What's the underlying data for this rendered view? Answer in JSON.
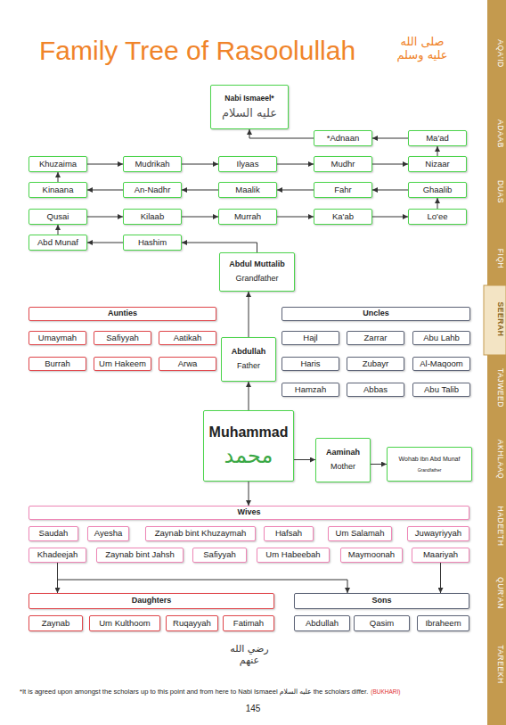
{
  "diagram": {
    "title": "Family Tree of Rasoolullah",
    "caption": "*It is agreed upon amongst the scholars up to this point and from here to Nabi Ismaeel عليه السلام the scholars differ.",
    "nodes": [
      {
        "text": [
          "Nabi Ismaeel*",
          "عليه السلام"
        ]
      },
      {
        "text": [
          "*Adnaan"
        ]
      },
      {
        "text": [
          "Ma'ad"
        ]
      },
      {
        "text": [
          "Khuzaima"
        ]
      },
      {
        "text": [
          "Mudrikah"
        ]
      },
      {
        "text": [
          "Ilyaas"
        ]
      },
      {
        "text": [
          "Mudhr"
        ]
      },
      {
        "text": [
          "Nizaar"
        ]
      },
      {
        "text": [
          "Kinaana"
        ]
      },
      {
        "text": [
          "An-Nadhr"
        ]
      },
      {
        "text": [
          "Maalik"
        ]
      },
      {
        "text": [
          "Fahr"
        ]
      },
      {
        "text": [
          "Ghaalib"
        ]
      },
      {
        "text": [
          "Qusai"
        ]
      },
      {
        "text": [
          "Kilaab"
        ]
      },
      {
        "text": [
          "Murrah"
        ]
      },
      {
        "text": [
          "Ka'ab"
        ]
      },
      {
        "text": [
          "Lo'ee"
        ]
      },
      {
        "text": [
          "Abd Munaf"
        ]
      },
      {
        "text": [
          "Hashim"
        ]
      },
      {
        "text": [
          "Abdul Muttalib",
          "Grandfather"
        ]
      },
      {
        "text": [
          "Aunties"
        ]
      },
      {
        "text": [
          "Umaymah"
        ]
      },
      {
        "text": [
          "Safiyyah"
        ]
      },
      {
        "text": [
          "Aatikah"
        ]
      },
      {
        "text": [
          "Burrah"
        ]
      },
      {
        "text": [
          "Um Hakeem"
        ]
      },
      {
        "text": [
          "Arwa"
        ]
      },
      {
        "text": [
          "Uncles"
        ]
      },
      {
        "text": [
          "Hajl"
        ]
      },
      {
        "text": [
          "Zarrar"
        ]
      },
      {
        "text": [
          "Abu Lahb"
        ]
      },
      {
        "text": [
          "Haris"
        ]
      },
      {
        "text": [
          "Zubayr"
        ]
      },
      {
        "text": [
          "Al-Maqoom"
        ]
      },
      {
        "text": [
          "Hamzah"
        ]
      },
      {
        "text": [
          "Abbas"
        ]
      },
      {
        "text": [
          "Abu Talib"
        ]
      },
      {
        "text": [
          "Abdullah",
          "Father"
        ]
      },
      {
        "text": [
          "Muhammad",
          "محمد"
        ]
      },
      {
        "text": [
          "Aaminah",
          "Mother"
        ]
      },
      {
        "text": [
          "Wohab ibn Abd Munaf",
          "Grandfather"
        ]
      },
      {
        "text": [
          "Wives"
        ]
      },
      {
        "text": [
          "Saudah"
        ]
      },
      {
        "text": [
          "Ayesha"
        ]
      },
      {
        "text": [
          "Zaynab bint Khuzaymah"
        ]
      },
      {
        "text": [
          "Hafsah"
        ]
      },
      {
        "text": [
          "Um Salamah"
        ]
      },
      {
        "text": [
          "Juwayriyyah"
        ]
      },
      {
        "text": [
          "Khadeejah"
        ]
      },
      {
        "text": [
          "Zaynab bint Jahsh"
        ]
      },
      {
        "text": [
          "Safiyyah"
        ]
      },
      {
        "text": [
          "Um Habeebah"
        ]
      },
      {
        "text": [
          "Maymoonah"
        ]
      },
      {
        "text": [
          "Maariyah"
        ]
      },
      {
        "text": [
          "Daughters"
        ]
      },
      {
        "text": [
          "Zaynab"
        ]
      },
      {
        "text": [
          "Um Kulthoom"
        ]
      },
      {
        "text": [
          "Ruqayyah"
        ]
      },
      {
        "text": [
          "Fatimah"
        ]
      },
      {
        "text": [
          "Sons"
        ]
      },
      {
        "text": [
          "Abdullah"
        ]
      },
      {
        "text": [
          "Qasim"
        ]
      },
      {
        "text": [
          "Ibraheem"
        ]
      }
    ],
    "edges": [
      {
        "from": 1,
        "to": 0,
        "arrow": "to"
      },
      {
        "from": 2,
        "to": 1,
        "arrow": "to"
      },
      {
        "from": 7,
        "to": 2,
        "arrow": "to"
      },
      {
        "from": 3,
        "to": 4,
        "arrow": "to"
      },
      {
        "from": 4,
        "to": 5,
        "arrow": "to"
      },
      {
        "from": 5,
        "to": 6,
        "arrow": "to"
      },
      {
        "from": 6,
        "to": 7,
        "arrow": "to"
      },
      {
        "from": 8,
        "to": 3,
        "arrow": "to"
      },
      {
        "from": 12,
        "to": 11,
        "arrow": "to"
      },
      {
        "from": 11,
        "to": 10,
        "arrow": "to"
      },
      {
        "from": 10,
        "to": 9,
        "arrow": "to"
      },
      {
        "from": 9,
        "to": 8,
        "arrow": "to"
      },
      {
        "from": 17,
        "to": 12,
        "arrow": "to"
      },
      {
        "from": 13,
        "to": 14,
        "arrow": "to"
      },
      {
        "from": 14,
        "to": 15,
        "arrow": "to"
      },
      {
        "from": 15,
        "to": 16,
        "arrow": "to"
      },
      {
        "from": 16,
        "to": 17,
        "arrow": "to"
      },
      {
        "from": 18,
        "to": 13,
        "arrow": "to"
      },
      {
        "from": 19,
        "to": 18,
        "arrow": "to"
      },
      {
        "from": 20,
        "to": 19,
        "arrow": "to"
      },
      {
        "from": 38,
        "to": 20,
        "arrow": "to"
      },
      {
        "from": 39,
        "to": 38,
        "arrow": "to"
      },
      {
        "from": 39,
        "to": 40,
        "arrow": "to"
      },
      {
        "from": 40,
        "to": 41,
        "arrow": "to"
      },
      {
        "from": 39,
        "to": 42,
        "arrow": "to"
      },
      {
        "from": 49,
        "to": 55,
        "arrow": "to"
      },
      {
        "from": 49,
        "to": 60,
        "arrow": "to"
      },
      {
        "from": 54,
        "to": 60,
        "arrow": "to"
      }
    ],
    "labels": [
      "صلى الله عليه وسلم",
      "AQA'ID",
      "ADAAB",
      "DUAS",
      "FIQH",
      "SEERAH",
      "TAJWEED",
      "AKHLAAQ",
      "HADEETH",
      "QUR'AN",
      "TAREEKH",
      "رضي الله عنهم",
      "(BUKHARI)",
      "145"
    ]
  }
}
